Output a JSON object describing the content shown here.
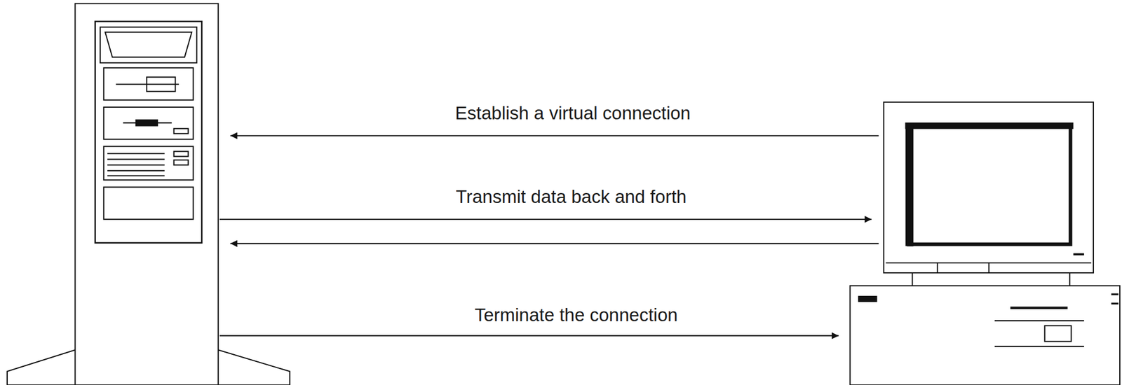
{
  "diagram": {
    "labels": [
      "Establish a virtual connection",
      "Transmit data back and forth",
      "Terminate the connection"
    ]
  }
}
